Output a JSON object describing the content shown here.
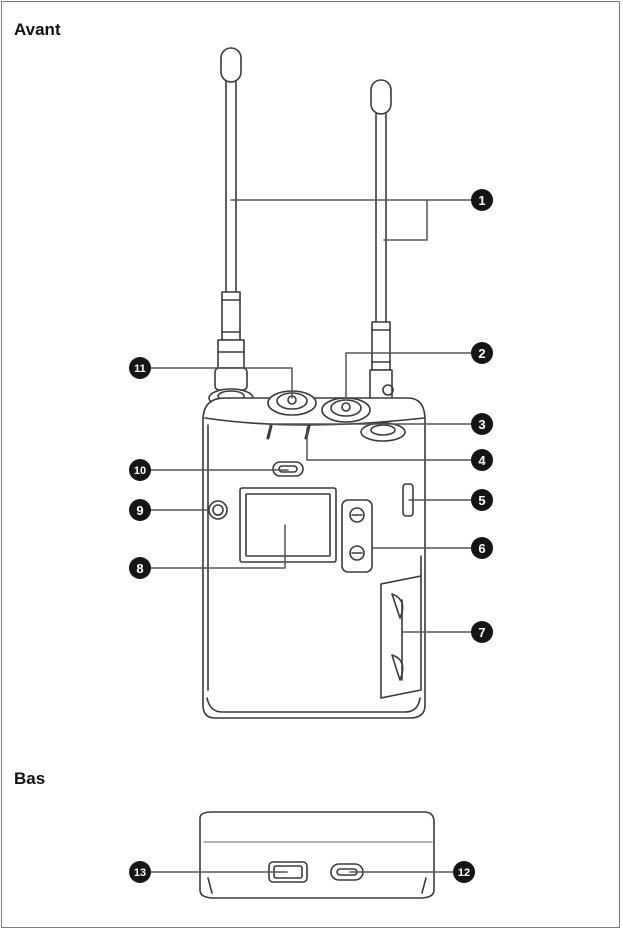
{
  "sections": {
    "front_title": "Avant",
    "bottom_title": "Bas"
  },
  "callouts": [
    {
      "id": "1",
      "label": "1"
    },
    {
      "id": "2",
      "label": "2"
    },
    {
      "id": "3",
      "label": "3"
    },
    {
      "id": "4",
      "label": "4"
    },
    {
      "id": "5",
      "label": "5"
    },
    {
      "id": "6",
      "label": "6"
    },
    {
      "id": "7",
      "label": "7"
    },
    {
      "id": "8",
      "label": "8"
    },
    {
      "id": "9",
      "label": "9"
    },
    {
      "id": "10",
      "label": "10"
    },
    {
      "id": "11",
      "label": "11"
    },
    {
      "id": "12",
      "label": "12"
    },
    {
      "id": "13",
      "label": "13"
    }
  ],
  "colors": {
    "line": "#3a3a3a",
    "leader": "#555555",
    "badge": "#151515",
    "highlight": "#b0b0b0"
  }
}
